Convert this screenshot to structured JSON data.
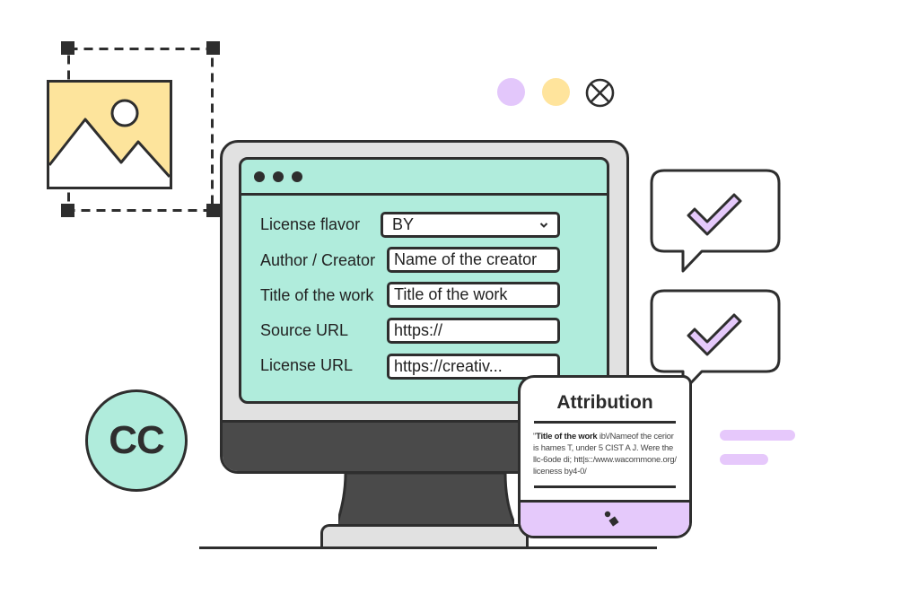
{
  "image_placeholder": {
    "icon": "image-icon",
    "selection": "dashed-selection-frame"
  },
  "window_controls": {
    "colors": {
      "purple": "#e3c7fb",
      "yellow": "#ffe49c"
    },
    "close_icon": "x-circle-icon"
  },
  "form": {
    "window_dots": 3,
    "fields": [
      {
        "label": "License flavor",
        "value": "BY",
        "type": "select"
      },
      {
        "label": "Author / Creator",
        "value": "Name of the creator",
        "type": "text"
      },
      {
        "label": "Title of the work",
        "value": "Title of the work",
        "type": "text"
      },
      {
        "label": "Source URL",
        "value": "https://",
        "type": "text"
      },
      {
        "label": "License URL",
        "value": "https://creativ...",
        "type": "text"
      }
    ]
  },
  "attribution": {
    "title": "Attribution",
    "body_bold": "Title of the work",
    "body_prefix": "\"",
    "body_text": " ib\\/Nameof the cerior is hames T, under 5 CIST A J. Were the llc-6ode di; htt|s::/www.wacommone.org/ liceness by4-0/",
    "footer_icon": "attribution-logo-icon"
  },
  "badges": {
    "cc": "CC"
  },
  "colors": {
    "mint": "#b0ecdc",
    "lavender": "#e5c9fb",
    "yellow": "#fde49c",
    "ink": "#2e2e2e",
    "bezel": "#e1e1e1",
    "chin": "#4a4a4a"
  }
}
